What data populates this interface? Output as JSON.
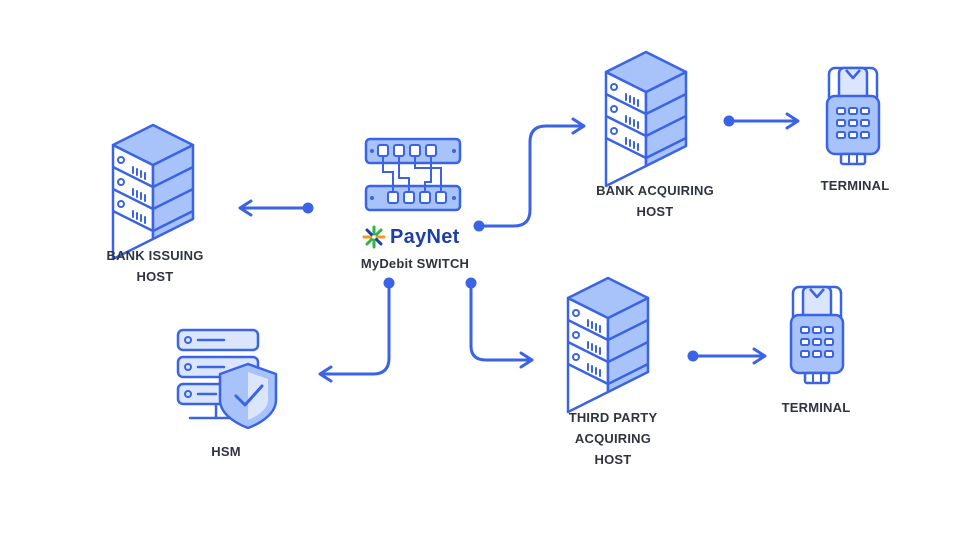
{
  "nodes": {
    "switch": {
      "brand": "PayNet",
      "label": "MyDebit SWITCH"
    },
    "bank_issuing": {
      "lines": [
        "BANK ISSUING",
        "HOST"
      ]
    },
    "hsm": {
      "lines": [
        "HSM"
      ]
    },
    "bank_acquiring": {
      "lines": [
        "BANK ACQUIRING",
        "HOST"
      ]
    },
    "terminal_top": {
      "lines": [
        "TERMINAL"
      ]
    },
    "third_party": {
      "lines": [
        "THIRD PARTY",
        "ACQUIRING",
        "HOST"
      ]
    },
    "terminal_bottom": {
      "lines": [
        "TERMINAL"
      ]
    }
  },
  "colors": {
    "arrow": "#3a63e6",
    "icon_outline": "#3a63e6",
    "icon_fill": "#a8c3f9",
    "icon_light": "#dbe6fd",
    "logo_green": "#2fb34a",
    "logo_orange": "#f39a1e",
    "logo_blue": "#1e3fa8"
  },
  "icons": {
    "switch": "network-switch-icon",
    "bank_issuing": "server-rack-icon",
    "hsm": "server-shield-icon",
    "bank_acquiring": "server-rack-icon",
    "third_party": "server-rack-icon",
    "terminal_top": "payment-terminal-icon",
    "terminal_bottom": "payment-terminal-icon",
    "brand": "paynet-logo-icon"
  }
}
